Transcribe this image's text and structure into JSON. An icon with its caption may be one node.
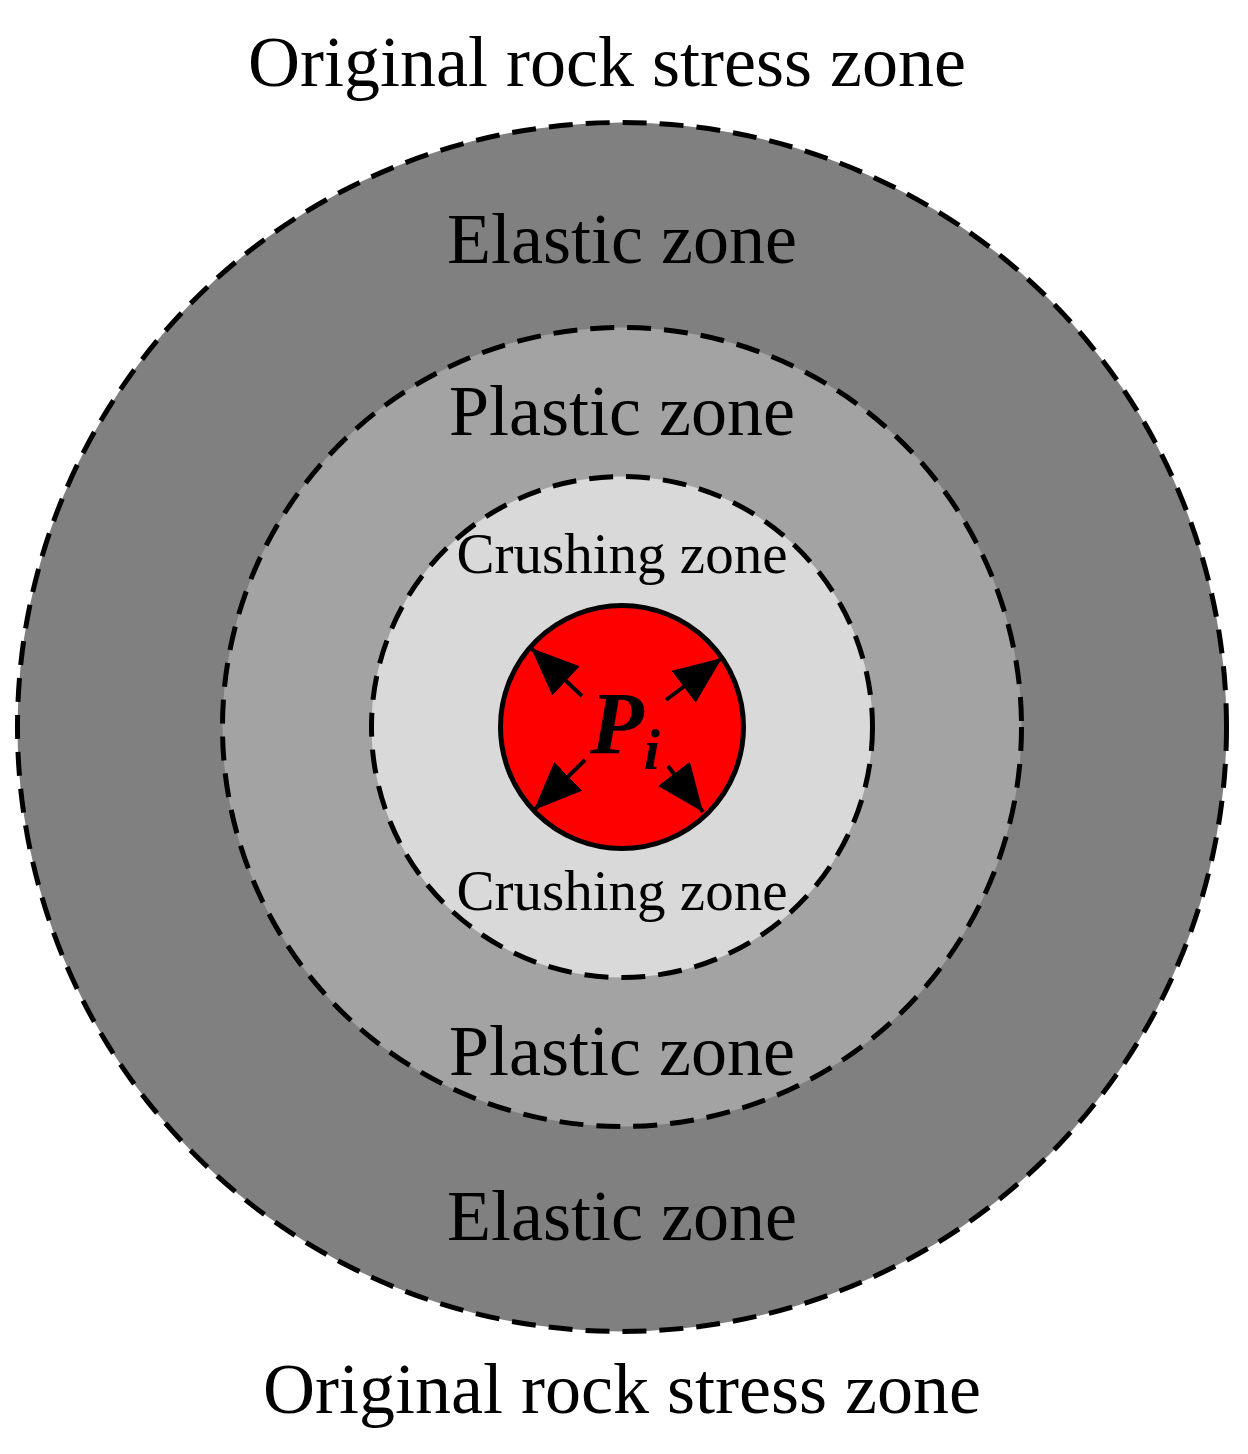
{
  "diagram": {
    "nodes": [
      {
        "text": [
          "Elastic zone",
          "Elastic zone"
        ]
      },
      {
        "text": [
          "Plastic zone",
          "Plastic zone"
        ],
        "in": 0
      },
      {
        "text": [
          "Crushing zone",
          "Crushing zone"
        ],
        "in": 1
      },
      {
        "text": [
          "P$_{i}$"
        ],
        "in": 2
      }
    ],
    "labels": [
      "Original rock stress zone",
      "Original rock stress zone"
    ]
  }
}
